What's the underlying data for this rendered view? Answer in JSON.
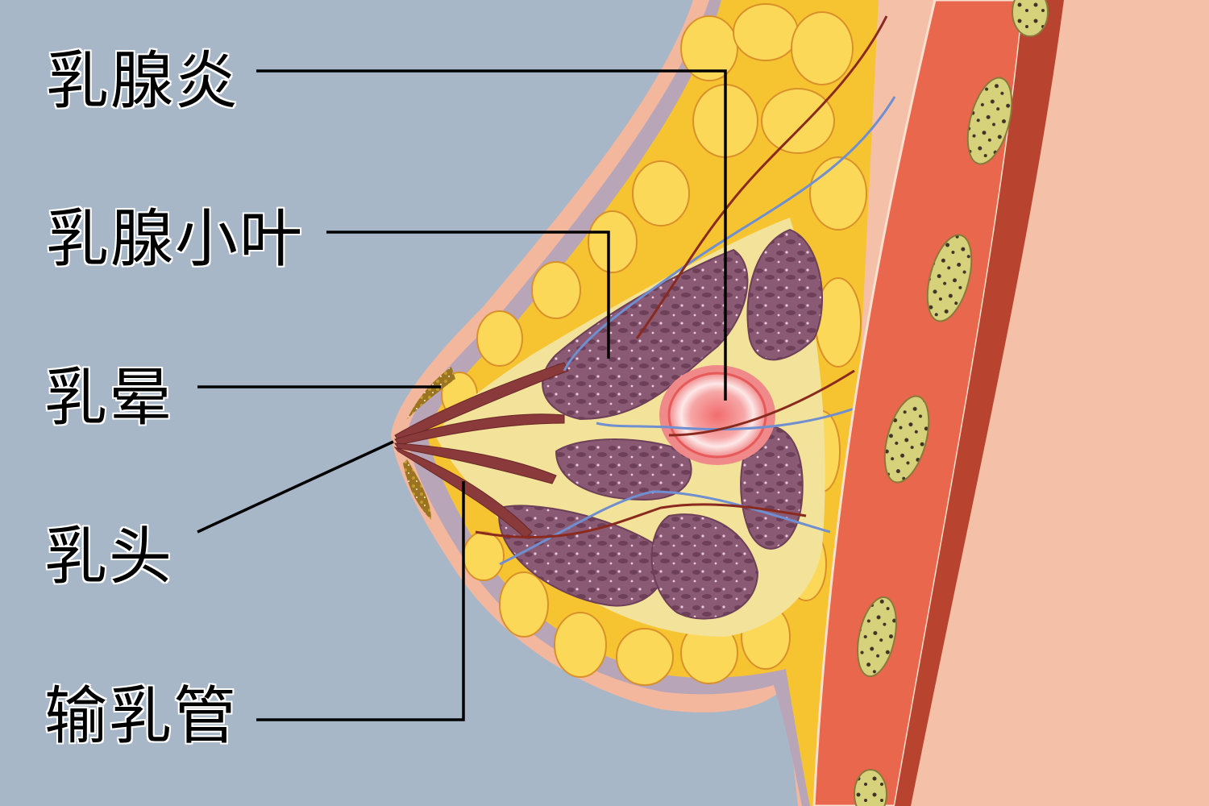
{
  "diagram": {
    "subject": "breast cross-section anatomy with mastitis",
    "colors": {
      "background": "#a7b7c8",
      "skin": "#f4c4ae",
      "skin_shadow": "#e8a88f",
      "fat": "#f7c431",
      "fat_light": "#fbd858",
      "connective": "#f3e39a",
      "lobule": "#8a5a74",
      "lobule_dark": "#6d3f58",
      "muscle": "#e8674d",
      "muscle_dark": "#b8432f",
      "rib": "#d6d27c",
      "inflammation": "#f08a8a",
      "vein": "#6f8fd0",
      "artery": "#8a2a1e",
      "fascia": "#b8a5b8",
      "leader_line": "#000000"
    },
    "labels": [
      {
        "id": "mastitis",
        "text": "乳腺炎"
      },
      {
        "id": "lobule",
        "text": "乳腺小叶"
      },
      {
        "id": "areola",
        "text": "乳晕"
      },
      {
        "id": "nipple",
        "text": "乳头"
      },
      {
        "id": "milk-duct",
        "text": "输乳管"
      }
    ]
  }
}
